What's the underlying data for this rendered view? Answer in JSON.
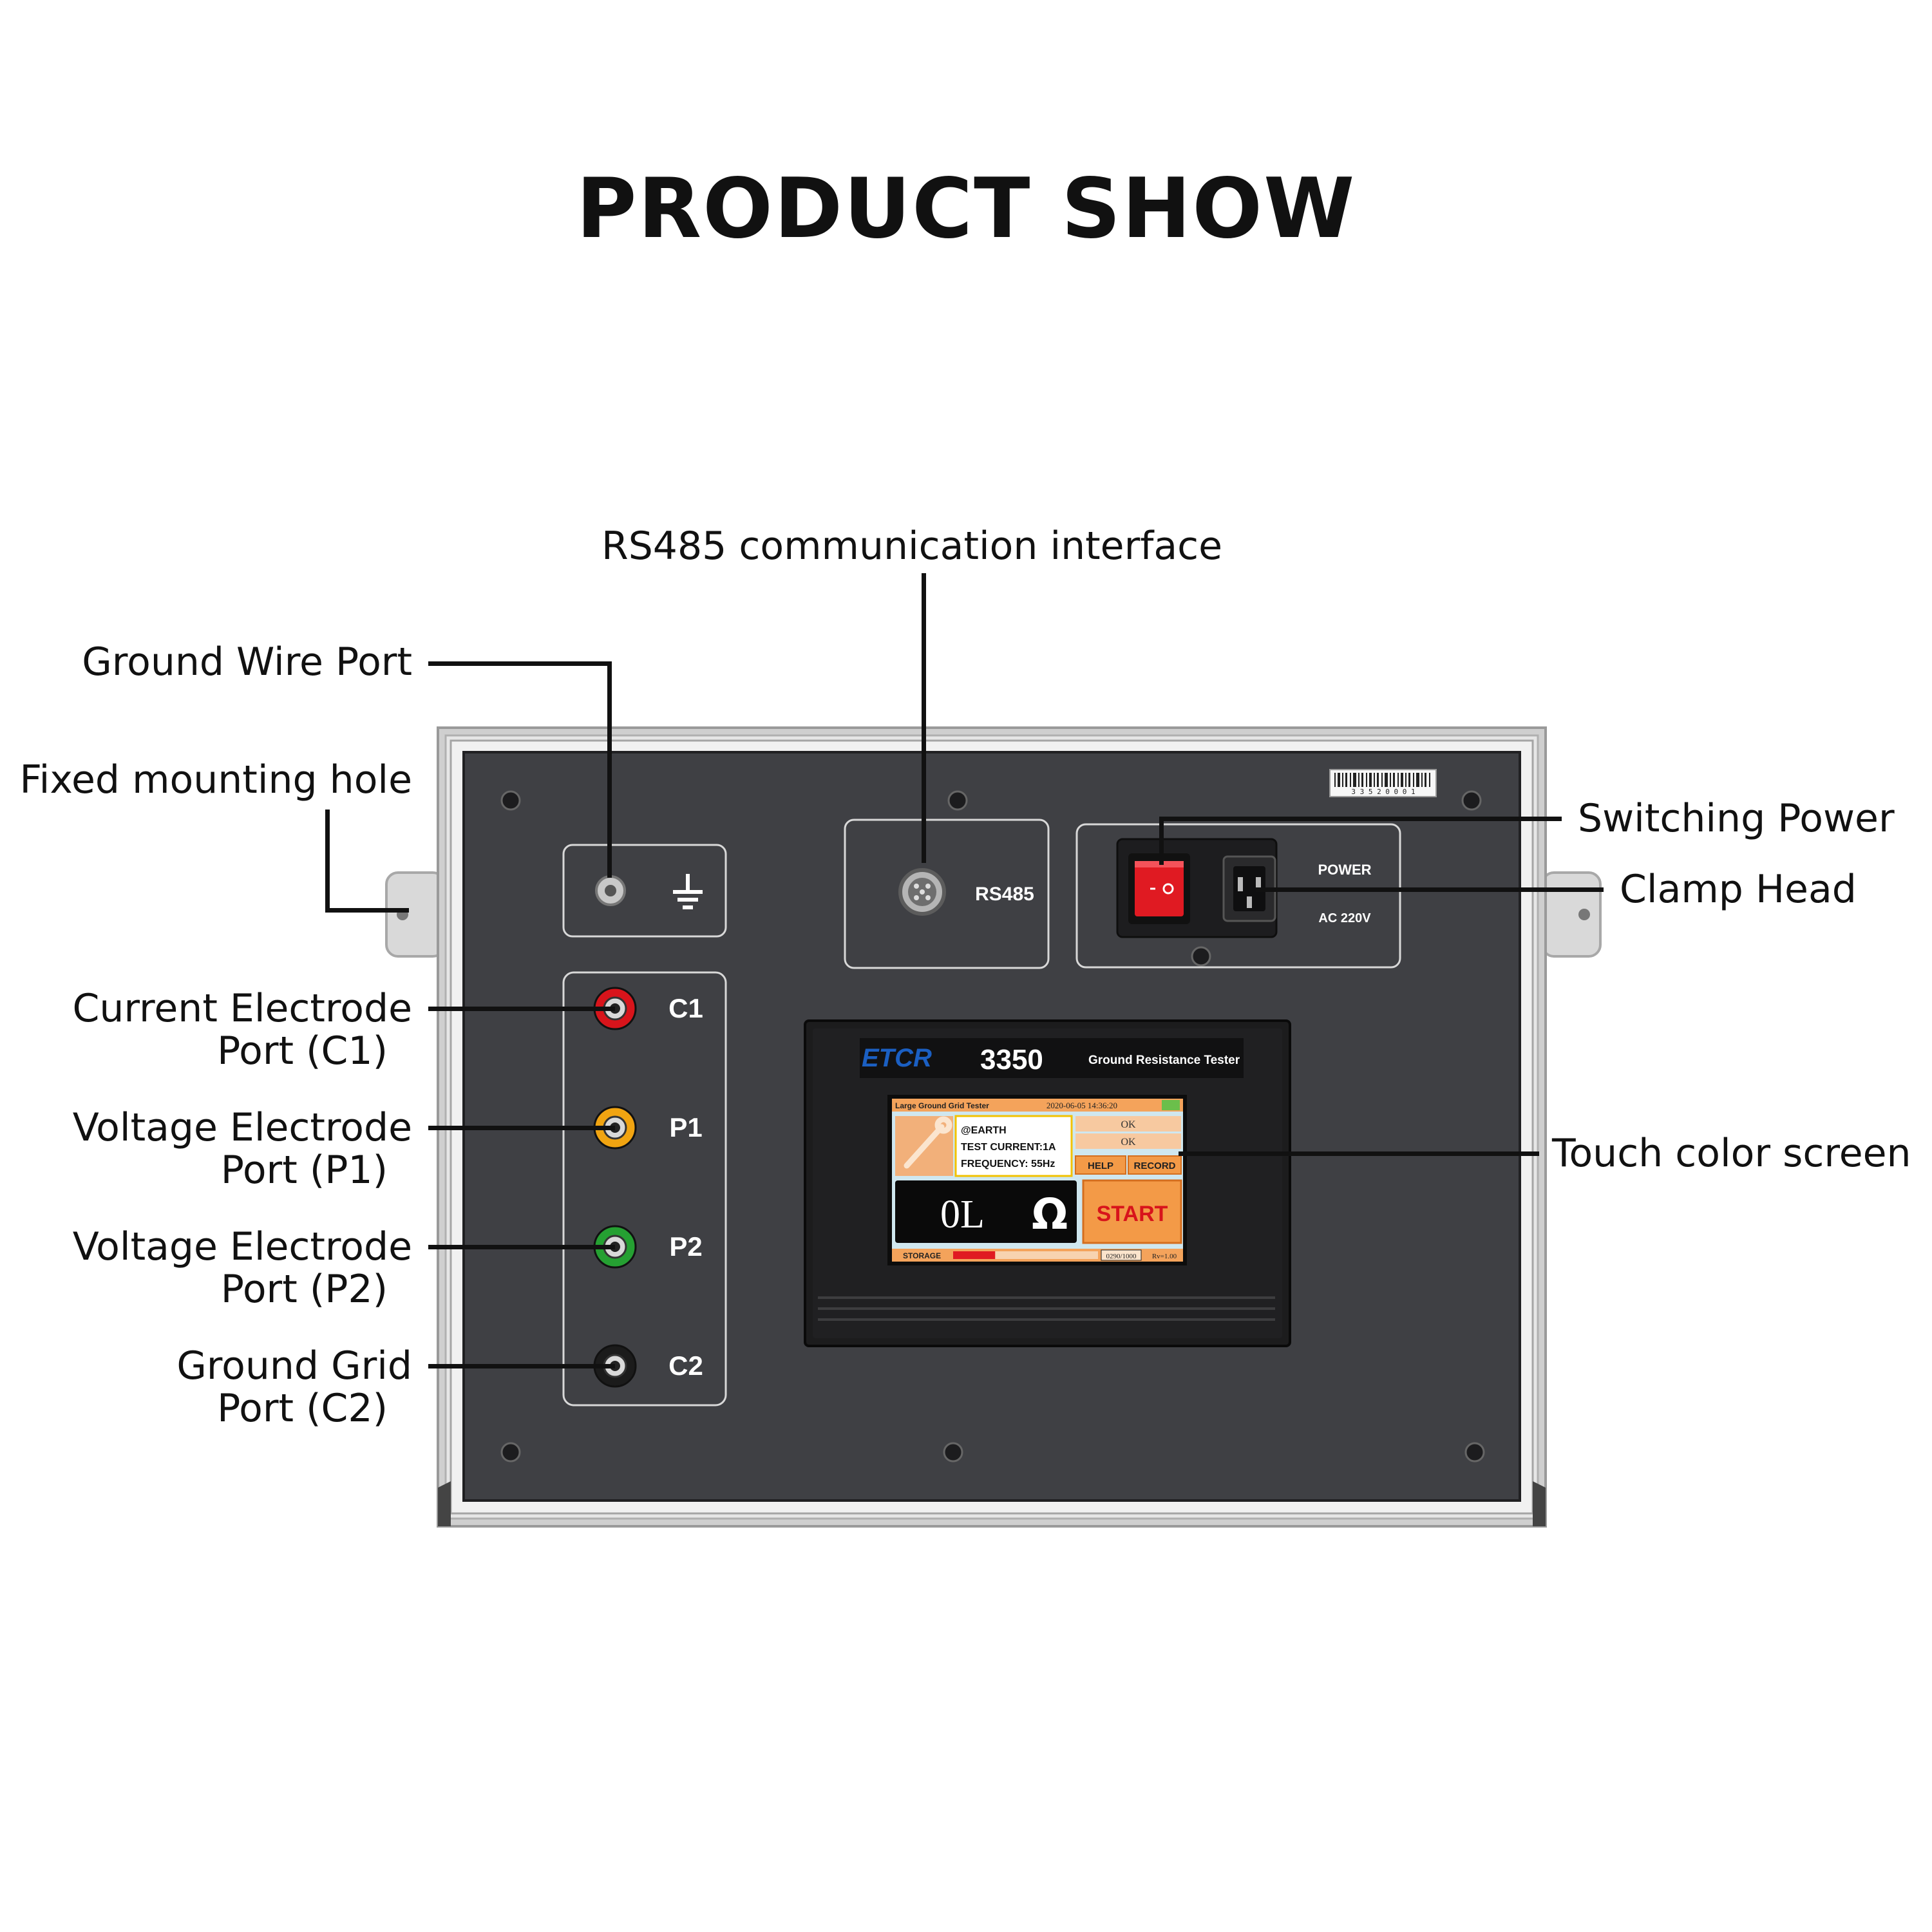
{
  "title": "PRODUCT SHOW",
  "callouts": {
    "rs485_interface": "RS485 communication interface",
    "ground_wire_port": "Ground Wire Port",
    "fixed_mounting_hole": "Fixed mounting hole",
    "current_electrode_c1": [
      "Current Electrode",
      "Port  (C1)"
    ],
    "voltage_electrode_p1": [
      "Voltage Electrode",
      "Port  (P1)"
    ],
    "voltage_electrode_p2": [
      "Voltage Electrode",
      "Port  (P2)"
    ],
    "ground_grid_c2": [
      "Ground Grid",
      "Port  (C2)"
    ],
    "switching_power": "Switching Power",
    "clamp_head": "Clamp Head",
    "touch_screen": "Touch color screen"
  },
  "panel": {
    "port_labels": [
      "C1",
      "P1",
      "P2",
      "C2"
    ],
    "port_colors": [
      "#d8141b",
      "#f1a411",
      "#25a032",
      "#1b1b1b"
    ],
    "rs485_label": "RS485",
    "power_label": "POWER",
    "voltage_label": "AC 220V",
    "barcode_number": "3 3 5 2 0 0 0 1",
    "brand": "ETCR",
    "model": "3350",
    "device_name": "Ground Resistance Tester"
  },
  "screen": {
    "header_title": "Large Ground Grid Tester",
    "datetime": "2020-06-05  14:36:20",
    "info_line1": "@EARTH",
    "info_line2": "TEST CURRENT:1A",
    "info_line3": "FREQUENCY: 55Hz",
    "status1": "OK",
    "status2": "OK",
    "help_button": "HELP",
    "record_button": "RECORD",
    "reading": "0L",
    "unit": "Ω",
    "start_button": "START",
    "storage_label": "STORAGE",
    "storage_count": "0290/1000",
    "storage_fraction": 0.29,
    "footer_right": "Rv=1.00"
  }
}
